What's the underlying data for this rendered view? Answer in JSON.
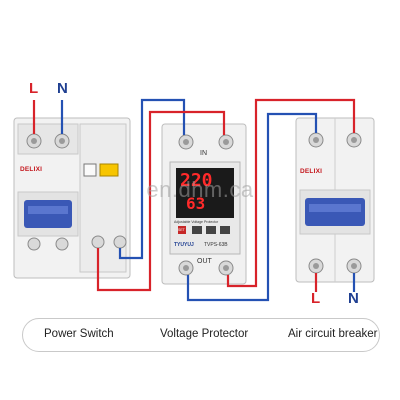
{
  "terminals": {
    "left_L": "L",
    "left_N": "N",
    "right_L": "L",
    "right_N": "N"
  },
  "protector": {
    "in_label": "IN",
    "out_label": "OUT",
    "display_top": "220",
    "display_bottom": "63",
    "panel_caption": "Adjustable Voltage Protector",
    "set_label": "SET",
    "brand": "TYUYUJ",
    "model": "TVPS-63B"
  },
  "switch_brand": "DELIXI",
  "breaker_brand": "DELIXI",
  "watermark": "en.dhm.ca",
  "captions": {
    "power_switch": "Power Switch",
    "voltage_protector": "Voltage Protector",
    "air_breaker": "Air circuit breaker"
  },
  "colors": {
    "live_wire": "#d8232a",
    "neutral_wire": "#2451b3",
    "label_L": "#d8232a",
    "label_N": "#1f3f91",
    "handle": "#3a58b6",
    "display_bg": "#1a1a1a",
    "display_digits": "#ff2a2a"
  }
}
